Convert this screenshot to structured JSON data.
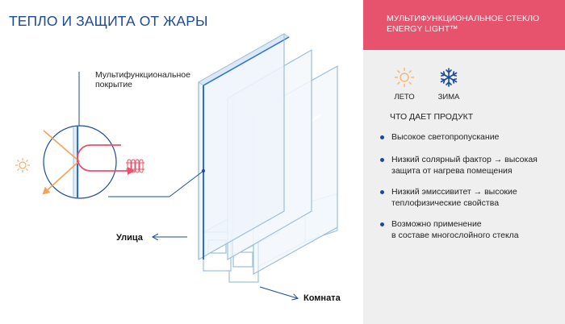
{
  "title": "ТЕПЛО И ЗАЩИТА ОТ ЖАРЫ",
  "diagram": {
    "coating_label": [
      "Мультифункциональное",
      "покрытие"
    ],
    "street_label": "Улица",
    "room_label": "Комната"
  },
  "panel": {
    "header": [
      "МУЛЬТИФУНКЦИОНАЛЬНОЕ СТЕКЛО",
      "ENERGY LIGHT™"
    ],
    "seasons": [
      {
        "label": "ЛЕТО",
        "icon": "sun-icon",
        "color": "#f3b06a"
      },
      {
        "label": "ЗИМА",
        "icon": "snowflake-icon",
        "color": "#1b4a9b"
      }
    ],
    "benefits_title": "ЧТО ДАЕТ ПРОДУКТ",
    "benefits": [
      [
        "Высокое светопропускание"
      ],
      [
        "Низкий солярный фактор → высокая",
        "защита от нагрева помещения"
      ],
      [
        "Низкий эмиссивитет → высокие",
        "теплофизические свойства"
      ],
      [
        "Возможно применение",
        "в составе многослойного стекла"
      ]
    ]
  },
  "colors": {
    "brand_blue": "#1b4a9b",
    "accent_pink": "#e7526c",
    "sun_orange": "#f3b06a",
    "glass_fill": "#f3f8fc",
    "glass_edge": "#9cbfdc",
    "coating_blue": "#2a6fd1"
  }
}
